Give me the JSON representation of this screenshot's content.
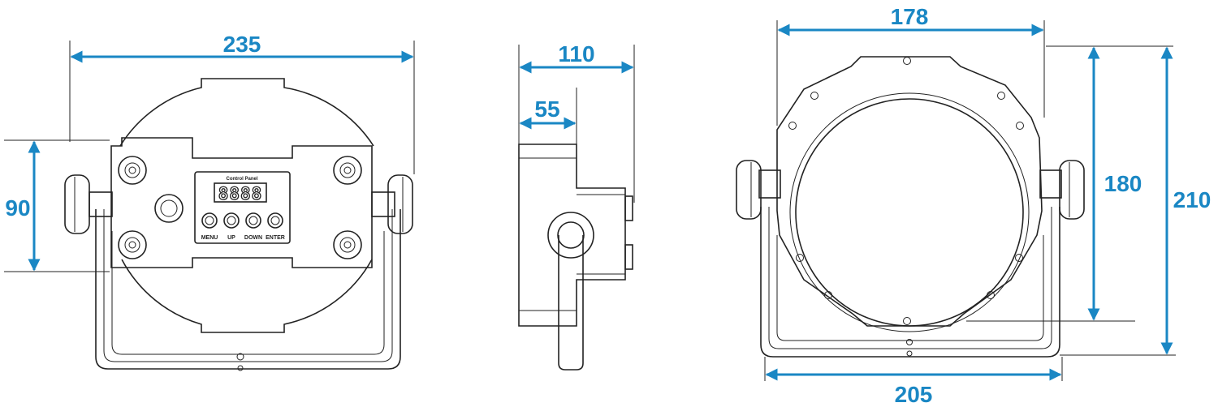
{
  "colors": {
    "dimension": "#1a87c4",
    "outline": "#222222",
    "background": "#ffffff"
  },
  "rear_view": {
    "dim_width": "235",
    "dim_height": "90",
    "panel_title": "Control Panel",
    "display_text": "8888",
    "buttons": [
      "MENU",
      "UP",
      "DOWN",
      "ENTER"
    ]
  },
  "side_view": {
    "dim_depth": "110",
    "dim_half_depth": "55"
  },
  "front_view": {
    "dim_top_width": "178",
    "dim_bottom_width": "205",
    "dim_head_height": "180",
    "dim_total_height": "210"
  }
}
